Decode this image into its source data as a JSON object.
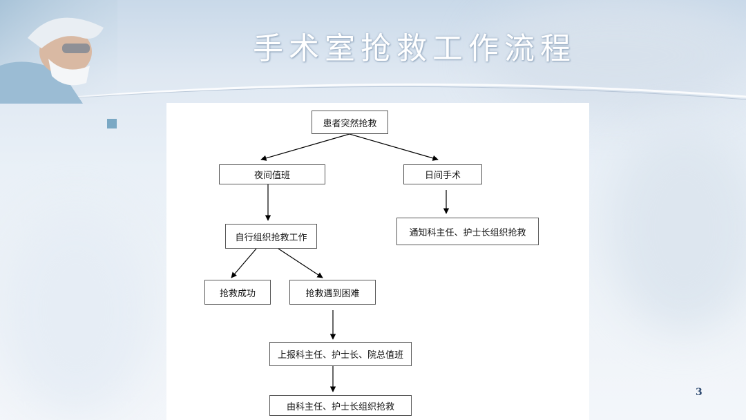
{
  "title": "手术室抢救工作流程",
  "page_number": "3",
  "flowchart": {
    "nodes": {
      "emergency": "患者突然抢救",
      "night_shift": "夜间值班",
      "day_surgery": "日间手术",
      "self_organize": "自行组织抢救工作",
      "notify_director": "通知科主任、护士长组织抢救",
      "rescue_success": "抢救成功",
      "rescue_difficulty": "抢救遇到困难",
      "report_up": "上报科主任、护士长、院总值班",
      "director_organize": "由科主任、护士长组织抢救"
    }
  },
  "colors": {
    "title_text": "#ffffff",
    "page_number": "#2e4a70",
    "node_border": "#555555",
    "arrow": "#000000"
  }
}
